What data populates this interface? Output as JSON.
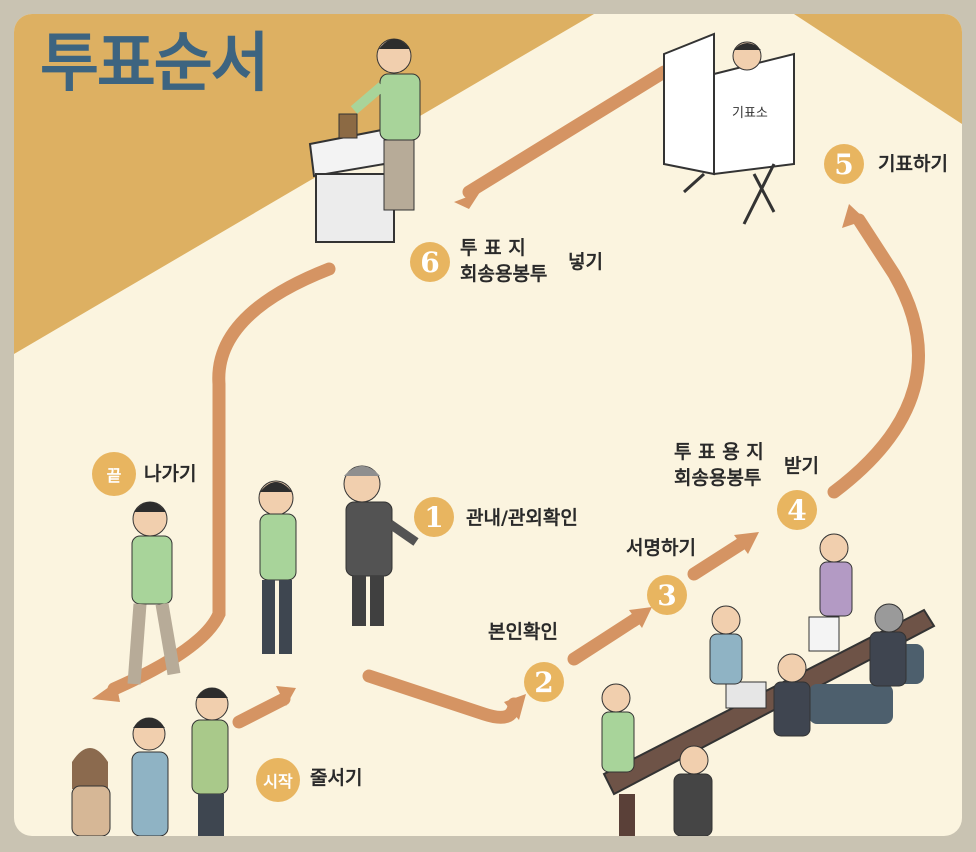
{
  "title": "투표순서",
  "booth_sign": "기표소",
  "steps": [
    {
      "badge": "1",
      "label": "관내/관외확인"
    },
    {
      "badge": "2",
      "label": "본인확인"
    },
    {
      "badge": "3",
      "label": "서명하기"
    },
    {
      "badge": "4",
      "label_line1": "투 표 용 지",
      "label_line2": "회송용봉투",
      "label_suffix": "받기"
    },
    {
      "badge": "5",
      "label": "기표하기"
    },
    {
      "badge": "6",
      "label_line1": "투  표  지",
      "label_line2": "회송용봉투",
      "label_suffix": "넣기"
    }
  ],
  "start": {
    "badge": "시작",
    "label": "줄서기"
  },
  "end": {
    "badge": "끝",
    "label": "나가기"
  },
  "colors": {
    "title": "#3d6480",
    "arrow": "#d59463",
    "badge": "#e8b560",
    "background": "#fbf4df",
    "band": "#ddb062"
  }
}
